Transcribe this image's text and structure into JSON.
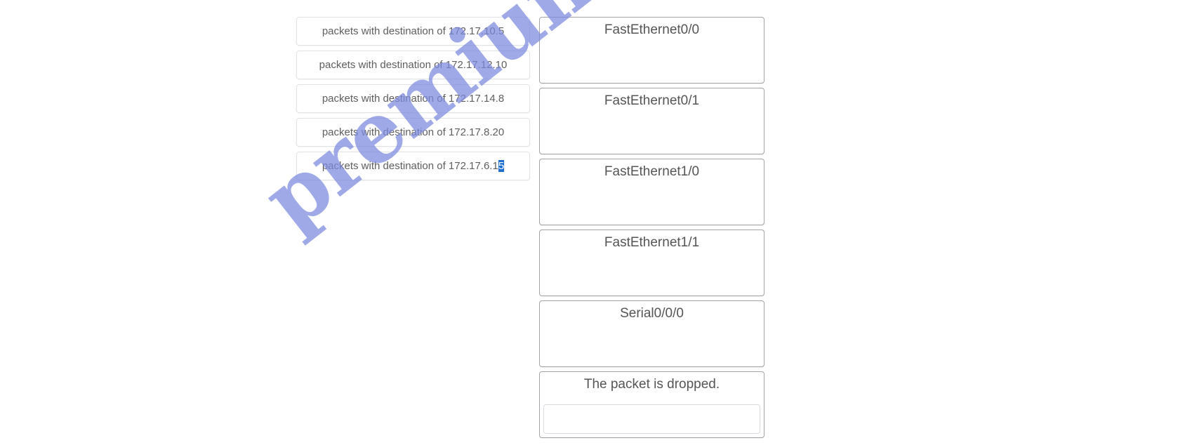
{
  "source_items": [
    {
      "label": "packets with destination of 172.17.10.5"
    },
    {
      "label": "packets with destination of 172.17.12.10"
    },
    {
      "label": "packets with destination of 172.17.14.8"
    },
    {
      "label": "packets with destination of 172.17.8.20"
    },
    {
      "label_prefix": "packets with destination of 172.17.6.1",
      "label_selected": "5"
    }
  ],
  "targets": [
    {
      "label": "FastEthernet0/0"
    },
    {
      "label": "FastEthernet0/1"
    },
    {
      "label": "FastEthernet1/0"
    },
    {
      "label": "FastEthernet1/1"
    },
    {
      "label": "Serial0/0/0"
    },
    {
      "label": "The packet is dropped."
    }
  ],
  "watermark": {
    "text": "premiumexam.com"
  },
  "colors": {
    "selection": "#1e6fd0",
    "watermark": "#7b89df"
  }
}
